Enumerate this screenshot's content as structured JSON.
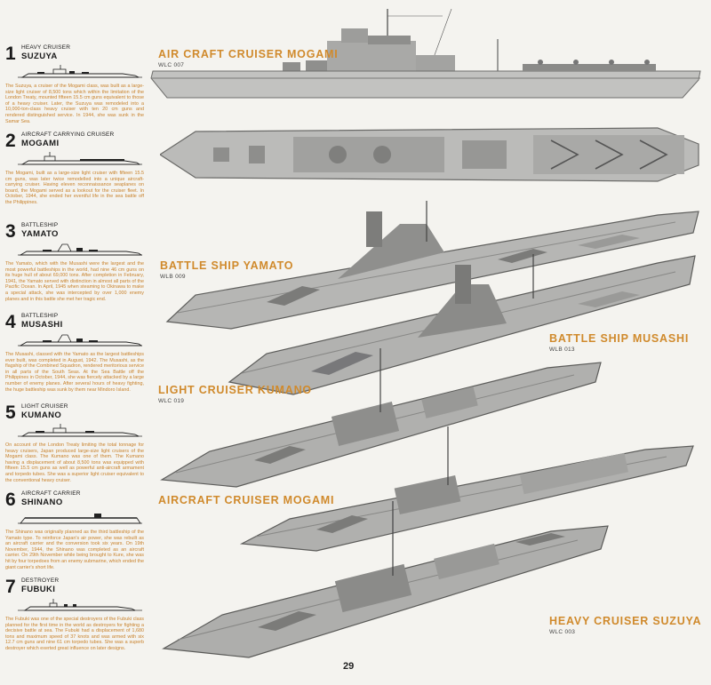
{
  "entries": [
    {
      "num": "1",
      "type": "HEAVY CRUISER",
      "name": "SUZUYA",
      "desc": "The Suzuya, a cruiser of the Mogami class, was built as a large-size light cruiser of 8,500 tons which within the limitation of the London Treaty, mounted fifteen 15.5 cm guns equivalent to those of a heavy cruiser. Later, the Suzuya was remodeled into a 10,000-ton-class heavy cruiser with ten 20 cm guns and rendered distinguished service. In 1944, she was sunk in the Samar Sea."
    },
    {
      "num": "2",
      "type": "AIRCRAFT CARRYING CRUISER",
      "name": "MOGAMI",
      "desc": "The Mogami, built as a large-size light cruiser with fifteen 15.5 cm guns, was later twice remodelled into a unique aircraft-carrying cruiser. Having eleven reconnaissance seaplanes on board, the Mogami served as a lookout for the cruiser fleet. In October, 1944, she ended her eventful life in the sea battle off the Philippines."
    },
    {
      "num": "3",
      "type": "BATTLESHIP",
      "name": "YAMATO",
      "desc": "The Yamato, which with the Musashi were the largest and the most powerful battleships in the world, had nine 46 cm guns on its huge hull of about 69,000 tons. After completion in February, 1941, the Yamato served with distinction in almost all parts of the Pacific Ocean. In April, 1945 when steaming to Okinawa to make a special attack, she was intercepted by over 1,000 enemy planes and in this battle she met her tragic end."
    },
    {
      "num": "4",
      "type": "BATTLESHIP",
      "name": "MUSASHI",
      "desc": "The Musashi, classed with the Yamato as the largest battleships ever built, was completed in August, 1942. The Musashi, as the flagship of the Combined Squadron, rendered meritorious service in all parts of the South Seas. At the Sea Battle off the Philippines in October, 1944, she was fiercely attacked by a large number of enemy planes. After several hours of heavy fighting, the huge battleship was sunk by them near Mindoro Island."
    },
    {
      "num": "5",
      "type": "LIGHT CRUISER",
      "name": "KUMANO",
      "desc": "On account of the London Treaty limiting the total tonnage for heavy cruisers, Japan produced large-size light cruisers of the Mogami class. The Kumano was one of them. The Kumano having a displacement of about 8,500 tons was equipped with fifteen 15.5 cm guns as well as powerful anti-aircraft armament and torpedo tubes. She was a superior light cruiser equivalent to the conventional heavy cruiser."
    },
    {
      "num": "6",
      "type": "AIRCRAFT CARRIER",
      "name": "SHINANO",
      "desc": "The Shinano was originally planned as the third battleship of the Yamato type. To reinforce Japan's air power, she was rebuilt as an aircraft carrier and the conversion took six years. On 19th November, 1944, the Shinano was completed as an aircraft carrier. On 29th November while being brought to Kure, she was hit by four torpedoes from an enemy submarine, which ended the giant carrier's short life."
    },
    {
      "num": "7",
      "type": "DESTROYER",
      "name": "FUBUKI",
      "desc": "The Fubuki was one of the special destroyers of the Fubuki class planned for the first time in the world as destroyers for fighting a decisive battle at sea. The Fubuki had a displacement of 1,680 tons and maximum speed of 37 knots and was armed with six 12.7 cm guns and nine 61 cm torpedo tubes. She was a superb destroyer which exerted great influence on later designs."
    }
  ],
  "captions": [
    {
      "title": "AIR CRAFT CRUISER MOGAMI",
      "code": "WLC 007"
    },
    {
      "title": "BATTLE SHIP YAMATO",
      "code": "WLB 009"
    },
    {
      "title": "BATTLE SHIP MUSASHI",
      "code": "WLB 013"
    },
    {
      "title": "LIGHT CRUISER KUMANO",
      "code": "WLC 019"
    },
    {
      "title": "AIRCRAFT CRUISER MOGAMI",
      "code": ""
    },
    {
      "title": "HEAVY CRUISER SUZUYA",
      "code": "WLC 003"
    }
  ],
  "page_number": "29",
  "colors": {
    "accent": "#d08a2c",
    "text_orange": "#c8812a",
    "hull": "#9c9c9c",
    "deck": "#b8b8b6",
    "dark": "#3a3a3a"
  }
}
